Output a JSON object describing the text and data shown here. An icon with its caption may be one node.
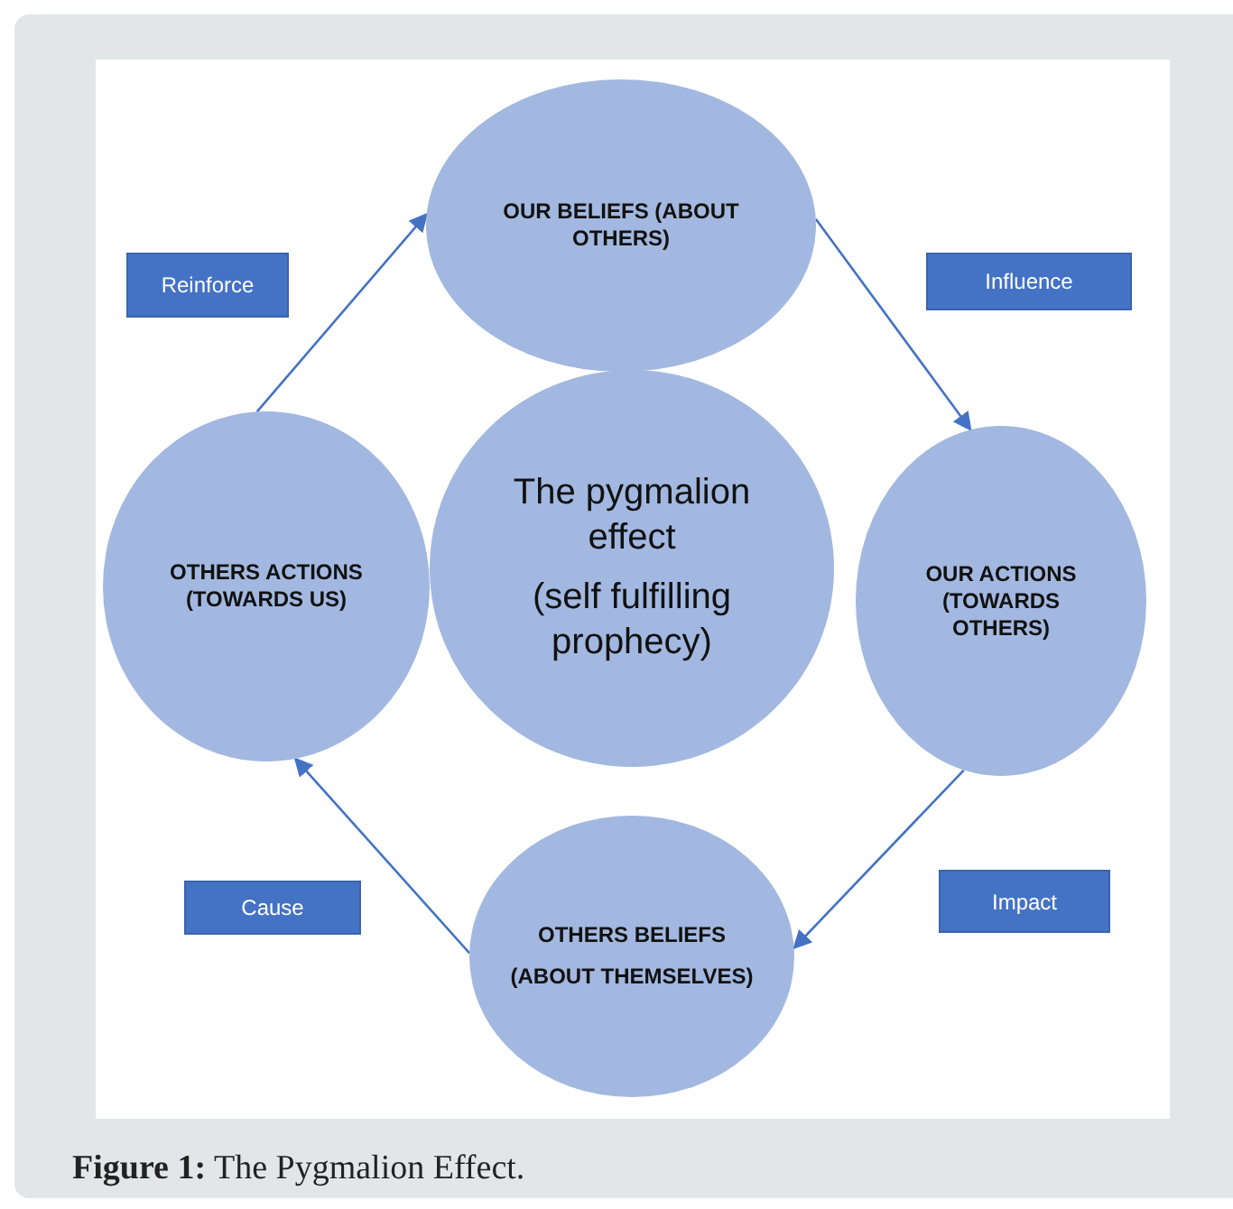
{
  "diagram": {
    "caption": "**Figure 1:** The Pygmalion Effect.",
    "nodes": [
      {
        "text": [
          "OUR BELIEFS (ABOUT OTHERS)"
        ]
      },
      {
        "text": [
          "The pygmalion effect",
          "(self fulfilling prophecy)"
        ]
      },
      {
        "text": [
          "OTHERS ACTIONS (TOWARDS US)"
        ]
      },
      {
        "text": [
          "OUR ACTIONS (TOWARDS OTHERS)"
        ]
      },
      {
        "text": [
          "OTHERS BELIEFS",
          "(ABOUT THEMSELVES)"
        ]
      },
      {
        "text": [
          "Reinforce"
        ]
      },
      {
        "text": [
          "Influence"
        ]
      },
      {
        "text": [
          "Cause"
        ]
      },
      {
        "text": [
          "Impact"
        ]
      }
    ],
    "edges": [
      {
        "from": 2,
        "to": 0,
        "arrow": "to"
      },
      {
        "from": 0,
        "to": 3,
        "arrow": "to"
      },
      {
        "from": 3,
        "to": 4,
        "arrow": "to"
      },
      {
        "from": 4,
        "to": 2,
        "arrow": "to"
      }
    ]
  }
}
